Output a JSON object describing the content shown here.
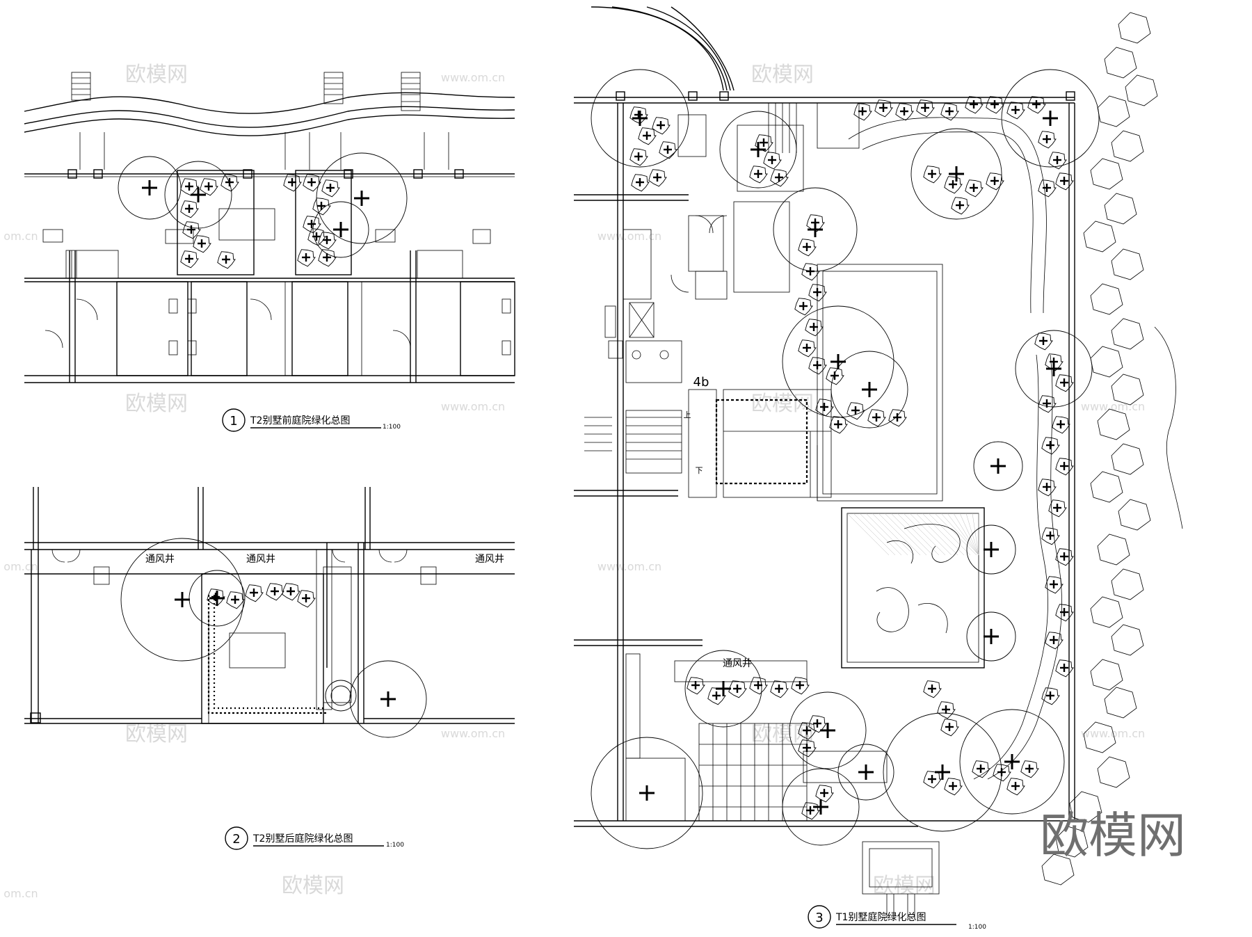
{
  "drawings": [
    {
      "number": "1",
      "title": "T2别墅前庭院绿化总图",
      "scale": "1:100"
    },
    {
      "number": "2",
      "title": "T2别墅后庭院绿化总图",
      "scale": "1:100"
    },
    {
      "number": "3",
      "title": "T1别墅庭院绿化总图",
      "scale": "1:100"
    }
  ],
  "room_labels": {
    "shaft_a": "通风井",
    "shaft_b": "通风井",
    "shaft_c": "通风井",
    "shaft_d": "通风井",
    "unit": "4b",
    "stair_up": "上",
    "stair_down": "下"
  },
  "watermark": {
    "brand": "欧模网",
    "domain": "www.om.cn",
    "domain_short": "om.cn"
  }
}
